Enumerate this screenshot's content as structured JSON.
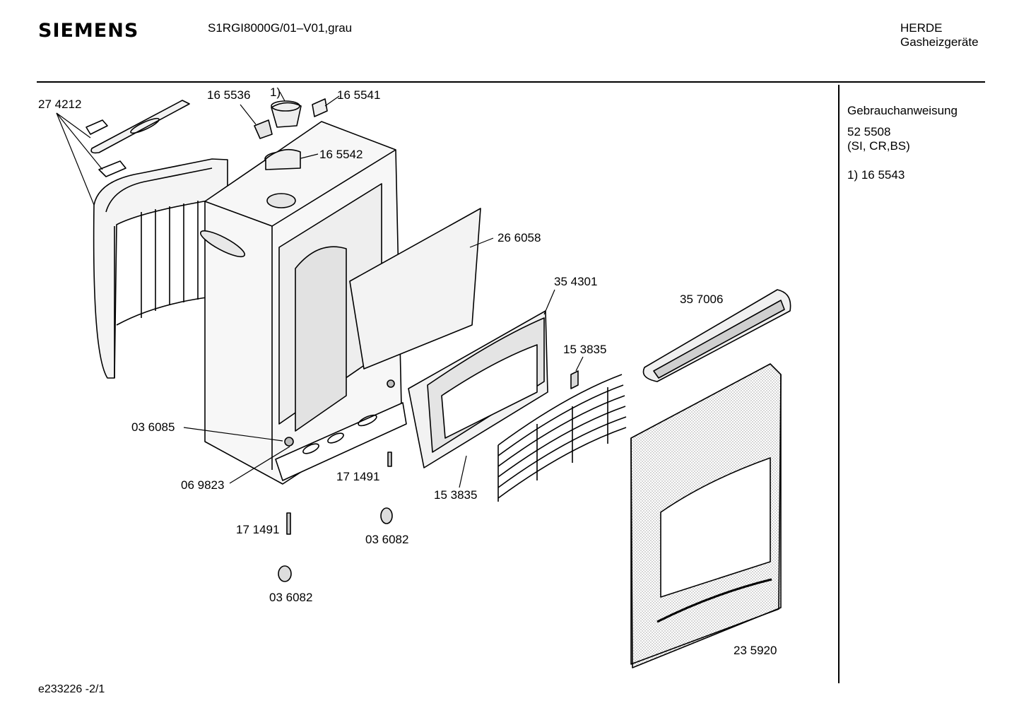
{
  "header": {
    "brand": "SIEMENS",
    "model": "S1RGI8000G/01–V01,grau",
    "category_line1": "HERDE",
    "category_line2": "Gasheizgeräte"
  },
  "side_notes": {
    "manual_label": "Gebrauchanweisung",
    "manual_part": "52 5508",
    "manual_variants": "(SI, CR,BS)",
    "footnote": "1)  16 5543"
  },
  "parts": [
    {
      "label": "27 4212"
    },
    {
      "label": "16 5536"
    },
    {
      "label": "1)"
    },
    {
      "label": "16 5541"
    },
    {
      "label": "16 5542"
    },
    {
      "label": "26 6058"
    },
    {
      "label": "35 4301"
    },
    {
      "label": "35 7006"
    },
    {
      "label": "15 3835"
    },
    {
      "label": "15 3835"
    },
    {
      "label": "03 6085"
    },
    {
      "label": "06 9823"
    },
    {
      "label": "17 1491"
    },
    {
      "label": "17 1491"
    },
    {
      "label": "03 6082"
    },
    {
      "label": "03 6082"
    },
    {
      "label": "23 5920"
    }
  ],
  "footer": {
    "drawing_id": "e233226 -2/1"
  }
}
